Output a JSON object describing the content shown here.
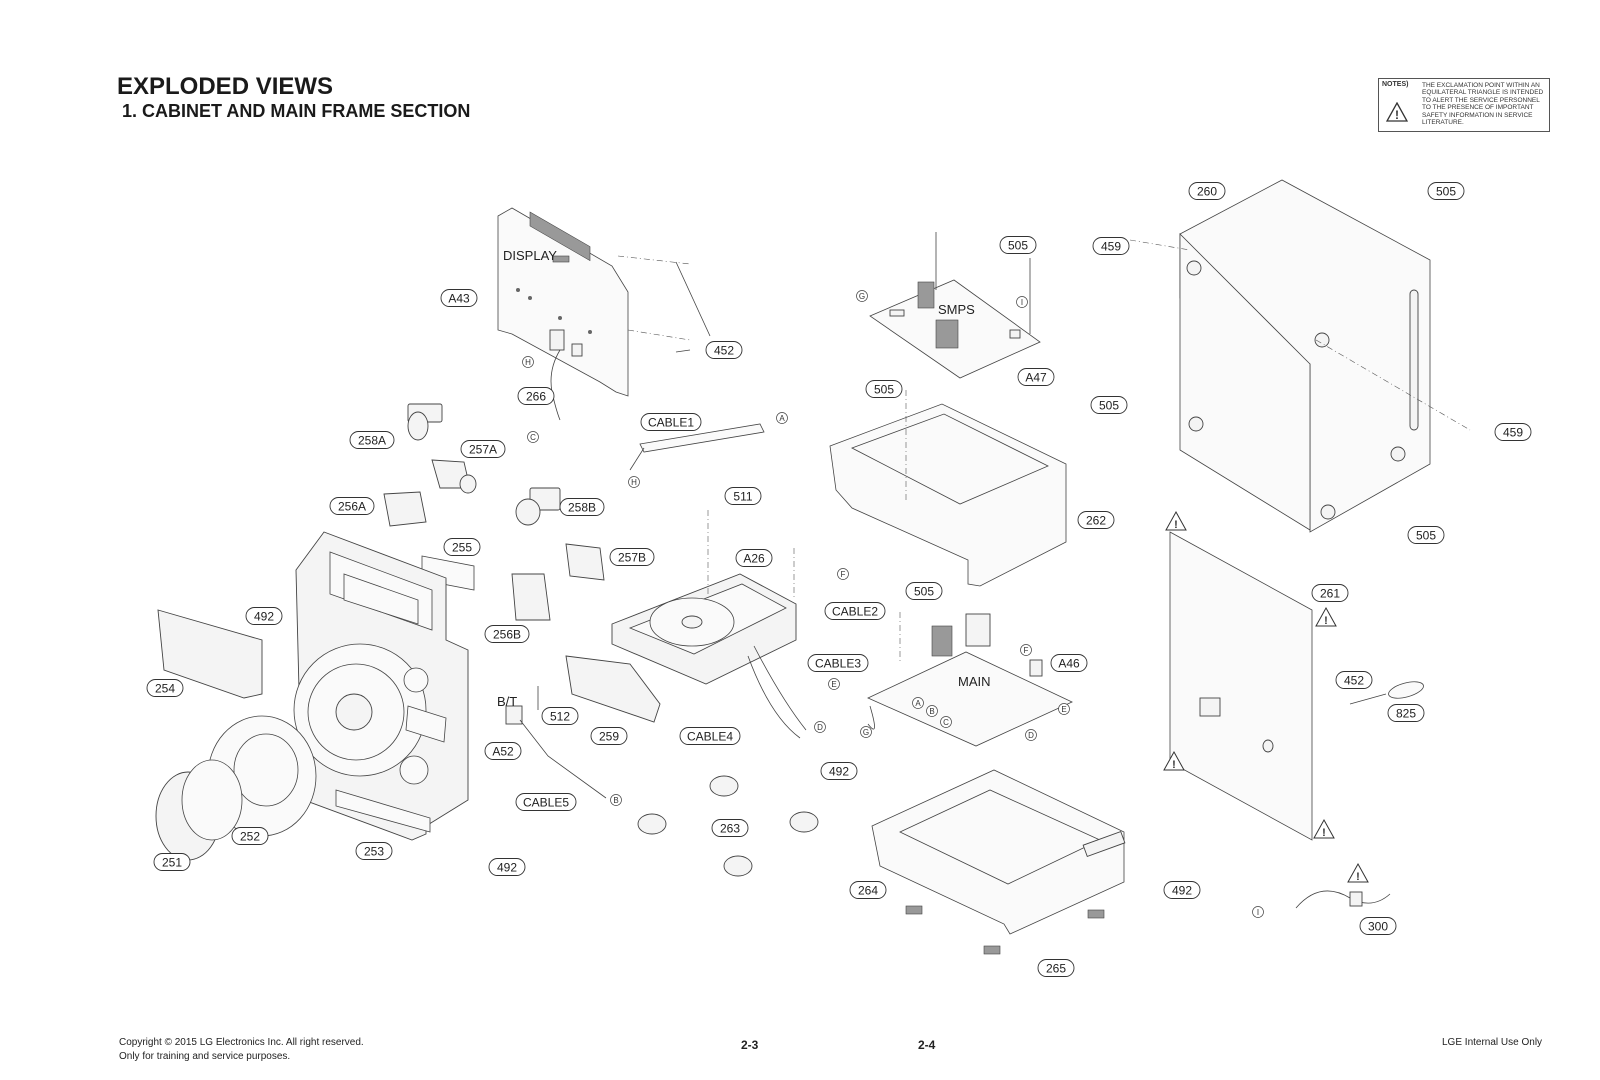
{
  "header": {
    "title": "EXPLODED VIEWS",
    "subtitle": "1. CABINET AND MAIN FRAME SECTION"
  },
  "notes": {
    "label": "NOTES)",
    "text": "THE EXCLAMATION POINT WITHIN AN EQUILATERAL TRIANGLE IS INTENDED TO ALERT THE SERVICE PERSONNEL TO THE PRESENCE OF IMPORTANT SAFETY INFORMATION IN SERVICE LITERATURE."
  },
  "diagram": {
    "part_labels": [
      {
        "id": "A43",
        "text": "A43"
      },
      {
        "id": "452a",
        "text": "452"
      },
      {
        "id": "266",
        "text": "266"
      },
      {
        "id": "258A",
        "text": "258A"
      },
      {
        "id": "257A",
        "text": "257A"
      },
      {
        "id": "256A",
        "text": "256A"
      },
      {
        "id": "258B",
        "text": "258B"
      },
      {
        "id": "255",
        "text": "255"
      },
      {
        "id": "257B",
        "text": "257B"
      },
      {
        "id": "256B",
        "text": "256B"
      },
      {
        "id": "492a",
        "text": "492"
      },
      {
        "id": "254",
        "text": "254"
      },
      {
        "id": "252",
        "text": "252"
      },
      {
        "id": "251",
        "text": "251"
      },
      {
        "id": "253",
        "text": "253"
      },
      {
        "id": "492b",
        "text": "492"
      },
      {
        "id": "A52",
        "text": "A52"
      },
      {
        "id": "512",
        "text": "512"
      },
      {
        "id": "259",
        "text": "259"
      },
      {
        "id": "CABLE5",
        "text": "CABLE5"
      },
      {
        "id": "CABLE1",
        "text": "CABLE1"
      },
      {
        "id": "511",
        "text": "511"
      },
      {
        "id": "A26",
        "text": "A26"
      },
      {
        "id": "CABLE2",
        "text": "CABLE2"
      },
      {
        "id": "CABLE3",
        "text": "CABLE3"
      },
      {
        "id": "CABLE4",
        "text": "CABLE4"
      },
      {
        "id": "263",
        "text": "263"
      },
      {
        "id": "505a",
        "text": "505"
      },
      {
        "id": "A47",
        "text": "A47"
      },
      {
        "id": "505b",
        "text": "505"
      },
      {
        "id": "262",
        "text": "262"
      },
      {
        "id": "505c",
        "text": "505"
      },
      {
        "id": "A46",
        "text": "A46"
      },
      {
        "id": "492c",
        "text": "492"
      },
      {
        "id": "264",
        "text": "264"
      },
      {
        "id": "492d",
        "text": "492"
      },
      {
        "id": "265",
        "text": "265"
      },
      {
        "id": "260",
        "text": "260"
      },
      {
        "id": "505d",
        "text": "505"
      },
      {
        "id": "459a",
        "text": "459"
      },
      {
        "id": "505e",
        "text": "505"
      },
      {
        "id": "459b",
        "text": "459"
      },
      {
        "id": "505f",
        "text": "505"
      },
      {
        "id": "261",
        "text": "261"
      },
      {
        "id": "452b",
        "text": "452"
      },
      {
        "id": "825",
        "text": "825"
      },
      {
        "id": "300",
        "text": "300"
      }
    ],
    "board_labels": {
      "display": "DISPLAY",
      "smps": "SMPS",
      "main": "MAIN",
      "bt": "B/T"
    },
    "connector_markers": [
      "A",
      "B",
      "C",
      "D",
      "E",
      "F",
      "G",
      "H",
      "I"
    ],
    "warning_symbol": "⚠"
  },
  "footer": {
    "copyright": "Copyright © 2015 LG Electronics Inc. All right reserved.",
    "purpose": "Only for training and service purposes.",
    "page_left": "2-3",
    "page_right": "2-4",
    "internal": "LGE Internal Use Only"
  }
}
